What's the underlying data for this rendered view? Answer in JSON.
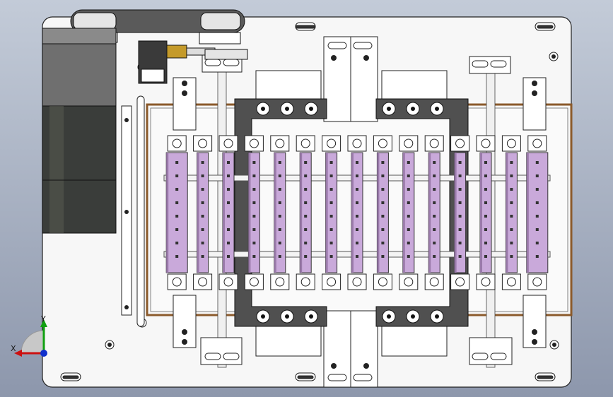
{
  "view": {
    "background_top": "#c3cbd8",
    "background_bottom": "#8d97ac"
  },
  "colors": {
    "plate": "#f7f7f7",
    "tray_border": "#8b5a2b",
    "slat_fill": "#c9a9da",
    "slat_dark": "#9a7aaa",
    "bracket_dark": "#4a4a4a",
    "motor": "#6f6f6f",
    "motor_body": "#3a3d3a",
    "axis_x": "#cc1010",
    "axis_y": "#10a010",
    "axis_z": "#1030cc"
  },
  "triad": {
    "x_label": "X",
    "y_label": "Y"
  },
  "model": {
    "slat_count": 15,
    "clamp_pairs": 2
  }
}
